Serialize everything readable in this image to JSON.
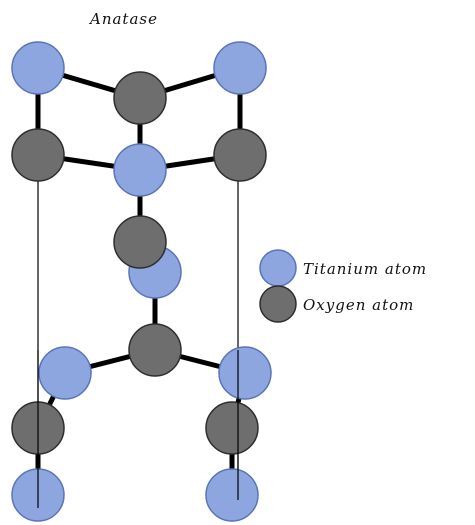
{
  "title": "Anatase",
  "legend": {
    "titanium": {
      "label": "Titanium atom",
      "color": "#8ea6e0",
      "stroke": "#5b73b8"
    },
    "oxygen": {
      "label": "Oxygen atom",
      "color": "#6e6e6e",
      "stroke": "#2e2e2e"
    }
  },
  "colors": {
    "bond": "#000000",
    "background": "#ffffff"
  }
}
